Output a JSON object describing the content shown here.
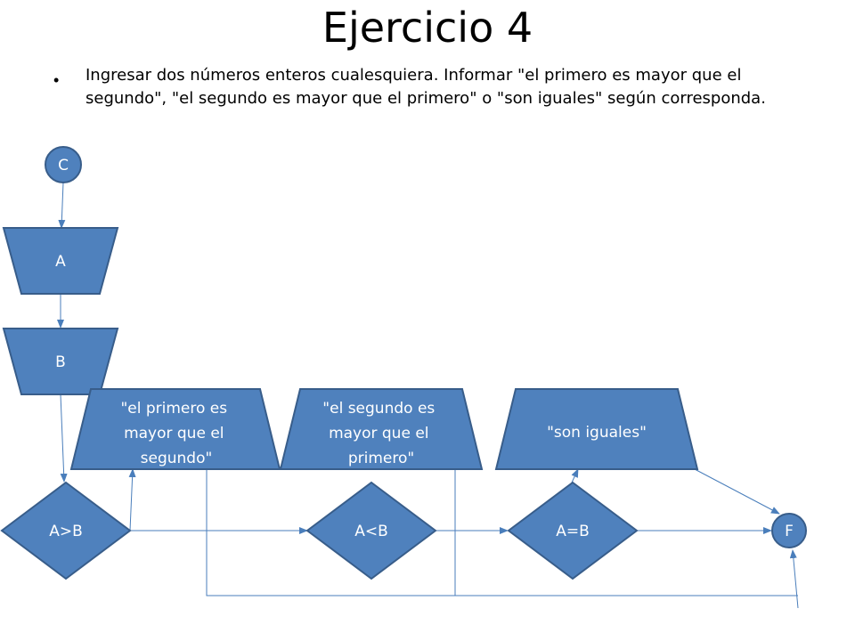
{
  "slide": {
    "title": "Ejercicio 4",
    "bullet": "•",
    "text": "Ingresar dos números enteros cualesquiera. Informar \"el primero es mayor que el segundo\",  \"el segundo es mayor que el primero\" o \"son iguales\" según corresponda."
  },
  "diagram": {
    "start": "C",
    "input_a": "A",
    "input_b": "B",
    "decision_1": "A>B",
    "decision_2": "A<B",
    "decision_3": "A=B",
    "end": "F",
    "output_1": [
      "\"el primero es",
      "mayor que el",
      "segundo\""
    ],
    "output_2": [
      "\"el segundo es",
      "mayor que el",
      "primero\""
    ],
    "output_3": [
      "\"son iguales\""
    ]
  },
  "colors": {
    "shape_fill": "#4f81bd",
    "shape_stroke": "#385d8a",
    "edge": "#4a7ebb"
  }
}
